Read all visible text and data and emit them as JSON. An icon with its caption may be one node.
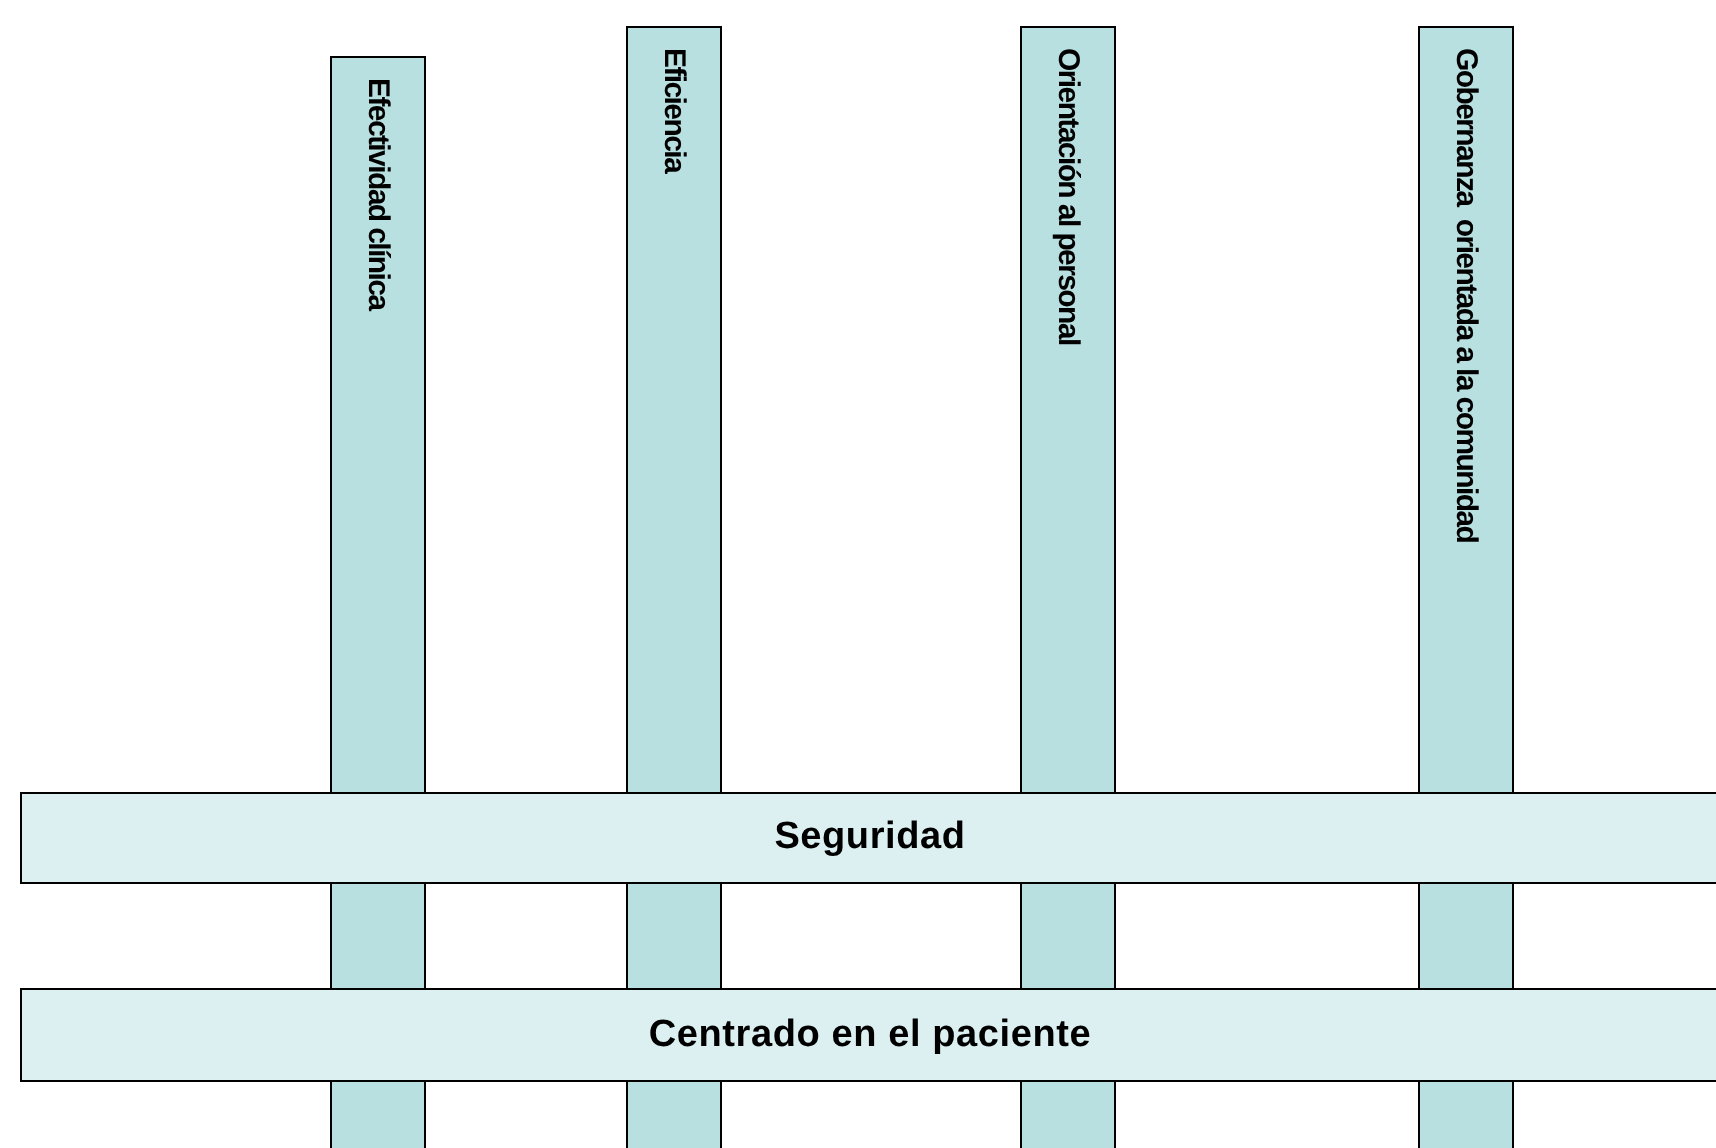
{
  "diagram": {
    "nodes": [
      {
        "text": [
          "Efectividad clínica"
        ]
      },
      {
        "text": [
          "Eficiencia"
        ]
      },
      {
        "text": [
          "Orientación al personal"
        ]
      },
      {
        "text": [
          "Gobernanza  orientada a la comunidad"
        ]
      },
      {
        "text": [
          "Seguridad"
        ]
      },
      {
        "text": [
          "Centrado en el paciente"
        ]
      }
    ]
  }
}
